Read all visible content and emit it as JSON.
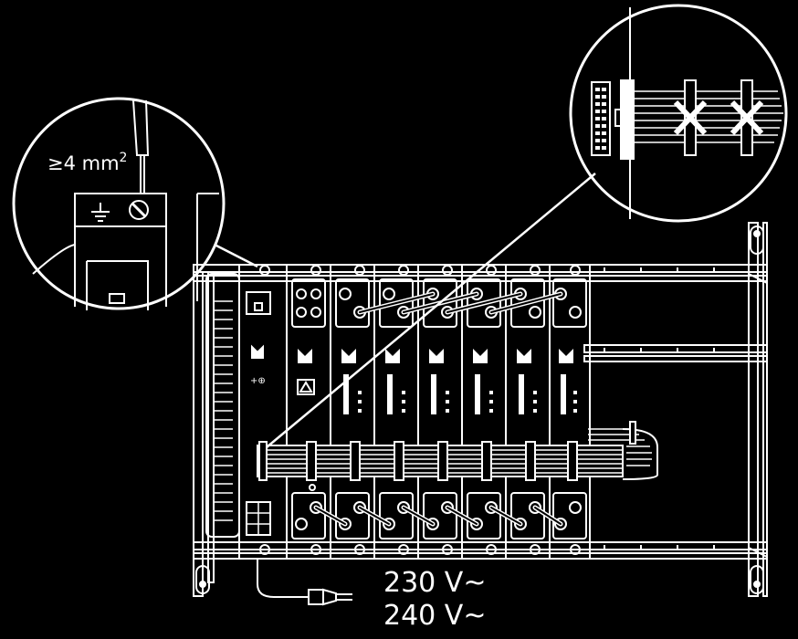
{
  "labels": {
    "wire_gauge_value": "≥4 mm",
    "wire_gauge_exponent": "2",
    "voltage_1": "230 V~",
    "voltage_2": "240 V~"
  },
  "modules": [
    {
      "name": "power-supply-module"
    },
    {
      "name": "module-2"
    },
    {
      "name": "module-3"
    },
    {
      "name": "module-4"
    },
    {
      "name": "module-5"
    },
    {
      "name": "module-6"
    },
    {
      "name": "module-7"
    },
    {
      "name": "module-8"
    }
  ],
  "colors": {
    "background": "#000000",
    "line": "#ffffff"
  }
}
